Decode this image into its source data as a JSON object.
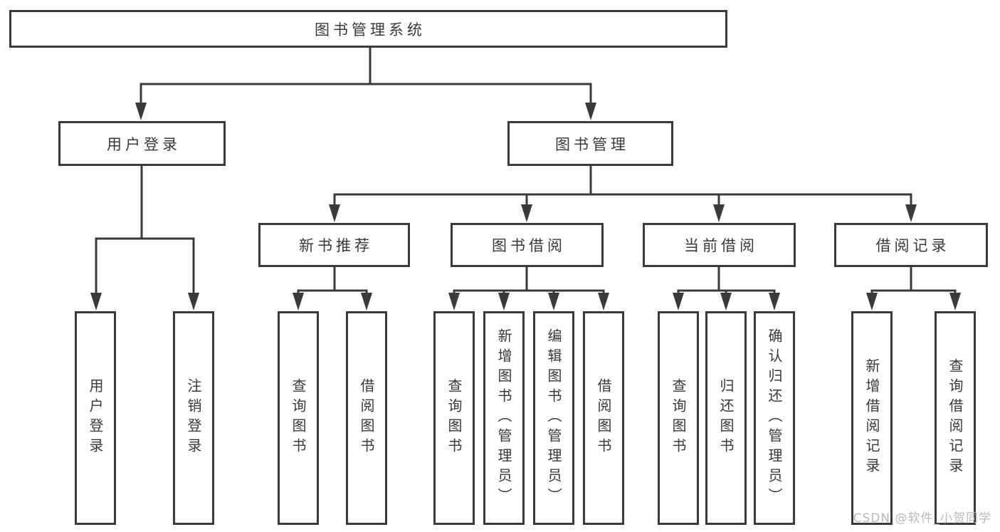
{
  "colors": {
    "line": "#3a3a3c",
    "text": "#38383a",
    "box_background": "#ffffff",
    "watermark": "#b9b9b9"
  },
  "watermark": {
    "text": "CSDN @软件_小贺同学"
  },
  "diagram": {
    "root": {
      "label": "图书管理系统"
    },
    "branches": [
      {
        "label": "用户登录",
        "children": [
          {
            "label": "用户登录"
          },
          {
            "label": "注销登录"
          }
        ]
      },
      {
        "label": "图书管理",
        "children": [
          {
            "label": "新书推荐",
            "children": [
              {
                "label": "查询图书"
              },
              {
                "label": "借阅图书"
              }
            ]
          },
          {
            "label": "图书借阅",
            "children": [
              {
                "label": "查询图书"
              },
              {
                "label": "新增图书（管理员）"
              },
              {
                "label": "编辑图书（管理员）"
              },
              {
                "label": "借阅图书"
              }
            ]
          },
          {
            "label": "当前借阅",
            "children": [
              {
                "label": "查询图书"
              },
              {
                "label": "归还图书"
              },
              {
                "label": "确认归还（管理员）"
              }
            ]
          },
          {
            "label": "借阅记录",
            "children": [
              {
                "label": "新增借阅记录"
              },
              {
                "label": "查询借阅记录"
              }
            ]
          }
        ]
      }
    ]
  }
}
